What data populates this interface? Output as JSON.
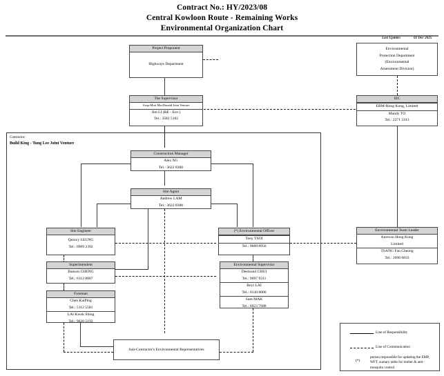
{
  "header": {
    "title_lines": [
      "Contract No.: HY/2023/08",
      "Central Kowloon Route - Remaining Works",
      "Environmental Organization Chart"
    ],
    "last_update_label": "Last Update:",
    "last_update_value": "02 Dec 2025"
  },
  "contractor_frame": {
    "label": "Contractor:",
    "name": "Build King - Tung Lee Joint Venture"
  },
  "nodes": {
    "project_proponent": {
      "header": "Project Proponent",
      "body": "Highways Department"
    },
    "epd": {
      "lines": [
        "Environmental",
        "Protection Department",
        "(Environmental",
        "Assessment Division)"
      ]
    },
    "supervisor": {
      "header": "The Supervisor",
      "sub": "Arup-Mott MacDonald Joint Venture",
      "name": "Jim LI (RE - Env.)",
      "tel": "Tel.: 3582 5102"
    },
    "iec": {
      "header": "IEC",
      "sub": "ERM-Hong Kong, Limited",
      "name": "Mandy TO",
      "tel": "Tel.: 2271 3313"
    },
    "construction_manager": {
      "header": "Construction Manager",
      "name": "Alex NG",
      "tel": "Tel.: 3622 8300"
    },
    "site_agent": {
      "header": "Site Agent",
      "name": "Andrew LAM",
      "tel": "Tel.: 3622 8300"
    },
    "site_engineer": {
      "header": "Site Engineer",
      "name": "Quincy LEUNG",
      "tel": "Tel.: 6909 2392"
    },
    "environmental_officer": {
      "header": "(*) Environmental Officer",
      "name": "Tony TSOI",
      "tel": "Tel.: 9689 8956"
    },
    "environmental_team_leader": {
      "header": "Environmental Team Leader",
      "company_line1": "Aurecon Hong Kong",
      "company_line2": "Limited",
      "name": "TSANG Fan Cheong",
      "tel": "Tel.: 2698 6833"
    },
    "superintendent": {
      "header": "Superintendent",
      "name": "Banson CHENG",
      "tel": "Tel.: 6112 8807"
    },
    "environmental_supervisor": {
      "header": "Environmental Supervisor",
      "people": [
        {
          "name": "Desmond CHUI",
          "tel": "Tel.: 9697 9311"
        },
        {
          "name": "Boyi LAI",
          "tel": "Tel.: 6130 8006"
        },
        {
          "name": "Sam MAK",
          "tel": "Tel.: 6923 7688"
        }
      ]
    },
    "foreman": {
      "header": "Foreman",
      "people": [
        {
          "name": "Chen KaiPing",
          "tel": "Tel.: 5112 5581"
        },
        {
          "name": "LAI Kwok Shing",
          "tel": "Tel.: 9620 5193"
        }
      ]
    },
    "sub_contractor": {
      "body": "Sub-Contractor's Environmental Representatives"
    }
  },
  "legend": {
    "solid_label": "Line of Responsibility",
    "dashed_label": "Line of Communication",
    "star_marker": "(*)",
    "star_note": "person responsible for updating the EMP, WFT, sumary table for timber & anti-mosquito control"
  },
  "colors": {
    "header_fill": "#d4d4d4",
    "border": "#444444",
    "rule": "#6e6e6e"
  }
}
